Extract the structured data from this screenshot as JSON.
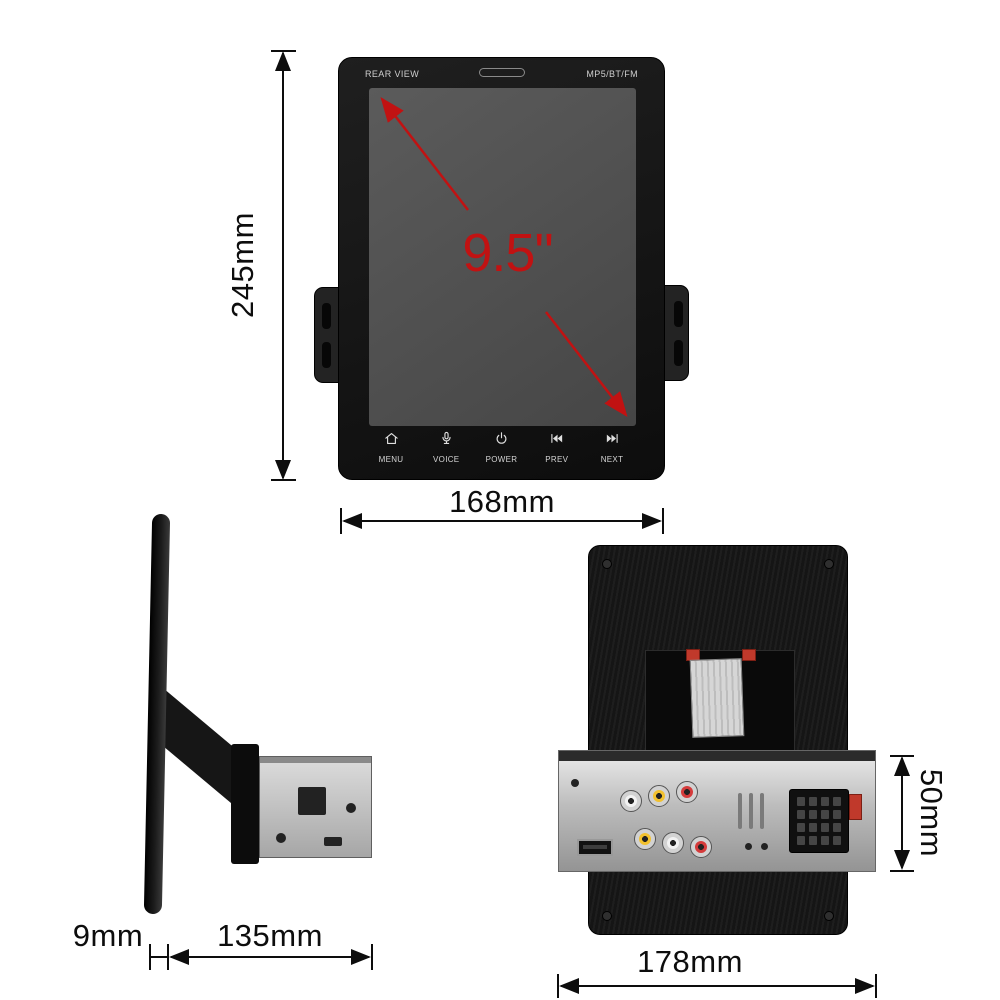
{
  "front_view": {
    "top_left_label": "REAR VIEW",
    "top_right_label": "MP5/BT/FM",
    "screen_size_label": "9.5\"",
    "height_dimension_label": "245mm",
    "width_dimension_label": "168mm",
    "buttons": [
      {
        "label": "MENU",
        "icon": "home-icon"
      },
      {
        "label": "VOICE",
        "icon": "microphone-icon"
      },
      {
        "label": "POWER",
        "icon": "power-icon"
      },
      {
        "label": "PREV",
        "icon": "previous-track-icon"
      },
      {
        "label": "NEXT",
        "icon": "next-track-icon"
      }
    ]
  },
  "side_view": {
    "thickness_dimension_label": "9mm",
    "depth_dimension_label": "135mm"
  },
  "rear_view": {
    "chassis_height_dimension_label": "50mm",
    "width_dimension_label": "178mm"
  },
  "colors": {
    "dimension_line": "#0d0d0d",
    "screen_arrow_red": "#c11212",
    "unit_body": "#141414",
    "screen_gray": "#4d4d4d",
    "chassis_silver": "#c9c9c9",
    "rca_yellow": "#f2c12e",
    "rca_red": "#d43b3b",
    "rca_white": "#f2f2f2",
    "connector_red": "#c0392b"
  }
}
